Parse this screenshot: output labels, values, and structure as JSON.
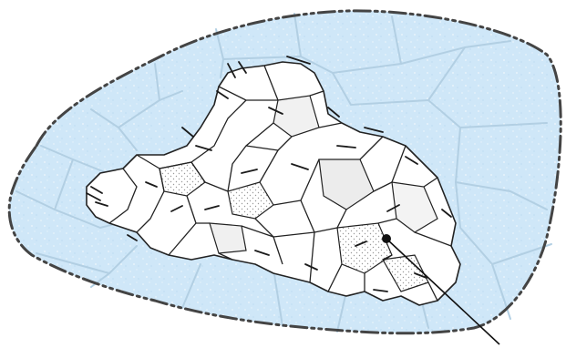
{
  "diagram": {
    "colors": {
      "background": "#ffffff",
      "outer_region": "#cfe7f8",
      "outer_cells": "#b9d6ea",
      "inner_region": "#ffffff",
      "inner_shaded": "#eeeeee",
      "ink": "#222222",
      "boundary": "#444444"
    },
    "elements": [
      "outer-boundary",
      "outer-cell-network",
      "inner-fractured-region",
      "crack-lines",
      "marker-point",
      "pointer-line"
    ]
  }
}
